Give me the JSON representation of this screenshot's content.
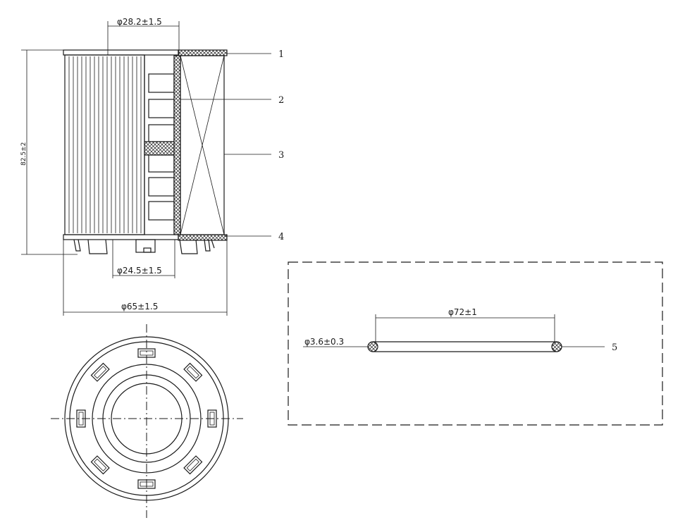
{
  "dimensions": {
    "top_bore": "φ28.2±1.5",
    "bottom_bore": "φ24.5±1.5",
    "outer_diameter": "φ65±1.5",
    "height": "82.5±2",
    "oring_diameter": "φ72±1",
    "oring_section": "φ3.6±0.3"
  },
  "callouts": {
    "c1": "1",
    "c2": "2",
    "c3": "3",
    "c4": "4",
    "c5": "5"
  }
}
